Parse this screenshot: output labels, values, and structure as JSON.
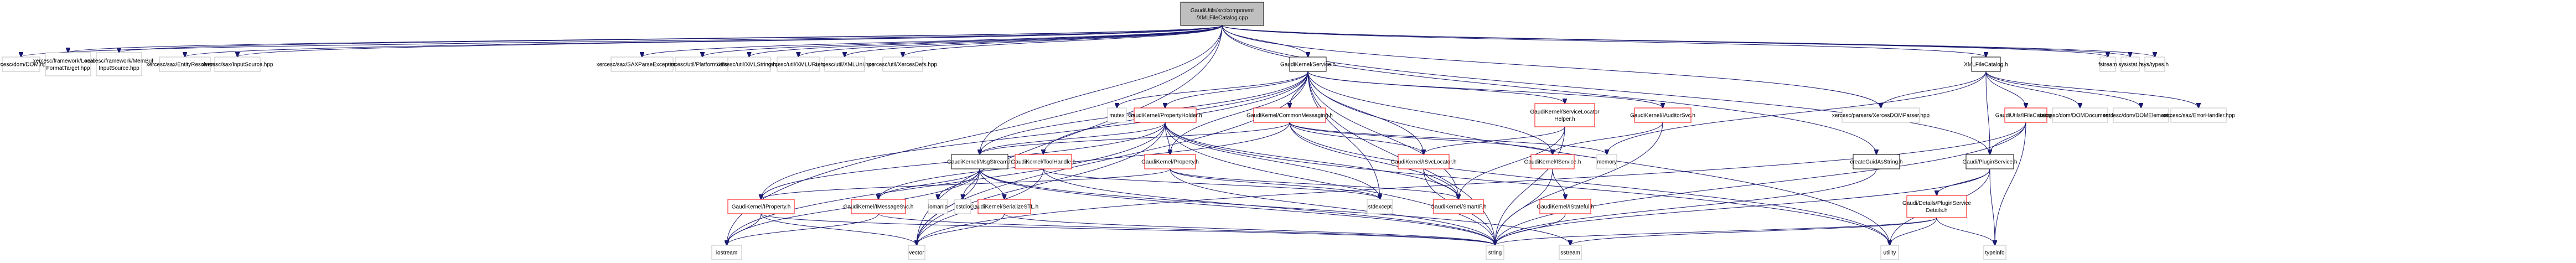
{
  "graph": {
    "title": "GaudiUtils/src/component/XMLFileCatalog.cpp",
    "legend_colors": {
      "root_fill": "#bfbfbf",
      "root_border": "#000000",
      "documented_border": "#000000",
      "incomplete_border": "#ff0000",
      "external_border": "#bfbfbf",
      "edge": "#191970"
    },
    "nodes": [
      {
        "id": "root",
        "lines": [
          "GaudiUtils/src/component",
          "/XMLFileCatalog.cpp"
        ],
        "kind": "root"
      },
      {
        "id": "dom",
        "lines": [
          "xercesc/dom/DOM.hpp"
        ],
        "kind": "external"
      },
      {
        "id": "lfft",
        "lines": [
          "xercesc/framework/LocalFile",
          "FormatTarget.hpp"
        ],
        "kind": "external"
      },
      {
        "id": "mbis",
        "lines": [
          "xercesc/framework/MemBuf",
          "InputSource.hpp"
        ],
        "kind": "external"
      },
      {
        "id": "entres",
        "lines": [
          "xercesc/sax/EntityResolver.hpp"
        ],
        "kind": "external"
      },
      {
        "id": "insrc",
        "lines": [
          "xercesc/sax/InputSource.hpp"
        ],
        "kind": "external"
      },
      {
        "id": "saxpe",
        "lines": [
          "xercesc/sax/SAXParseException.hpp"
        ],
        "kind": "external"
      },
      {
        "id": "platu",
        "lines": [
          "xercesc/util/PlatformUtils.hpp"
        ],
        "kind": "external"
      },
      {
        "id": "xmlstr",
        "lines": [
          "xercesc/util/XMLString.hpp"
        ],
        "kind": "external"
      },
      {
        "id": "xmlurl",
        "lines": [
          "xercesc/util/XMLURL.hpp"
        ],
        "kind": "external"
      },
      {
        "id": "xmluni",
        "lines": [
          "xercesc/util/XMLUni.hpp"
        ],
        "kind": "external"
      },
      {
        "id": "xdefs",
        "lines": [
          "xercesc/util/XercesDefs.hpp"
        ],
        "kind": "external"
      },
      {
        "id": "service",
        "lines": [
          "GaudiKernel/Service.h"
        ],
        "kind": "documented"
      },
      {
        "id": "xfch",
        "lines": [
          "XMLFileCatalog.h"
        ],
        "kind": "documented"
      },
      {
        "id": "fstream",
        "lines": [
          "fstream"
        ],
        "kind": "external"
      },
      {
        "id": "sysstat",
        "lines": [
          "sys/stat.h"
        ],
        "kind": "external"
      },
      {
        "id": "systypes",
        "lines": [
          "sys/types.h"
        ],
        "kind": "external"
      },
      {
        "id": "mutex",
        "lines": [
          "mutex"
        ],
        "kind": "external"
      },
      {
        "id": "propholder",
        "lines": [
          "GaudiKernel/PropertyHolder.h"
        ],
        "kind": "incomplete"
      },
      {
        "id": "commsg",
        "lines": [
          "GaudiKernel/CommonMessaging.h"
        ],
        "kind": "incomplete"
      },
      {
        "id": "svclochelper",
        "lines": [
          "GaudiKernel/ServiceLocator",
          "Helper.h"
        ],
        "kind": "incomplete"
      },
      {
        "id": "iauditsvc",
        "lines": [
          "GaudiKernel/IAuditorSvc.h"
        ],
        "kind": "incomplete"
      },
      {
        "id": "xdomparser",
        "lines": [
          "xercesc/parsers/XercesDOMParser.hpp"
        ],
        "kind": "external"
      },
      {
        "id": "ifilecat",
        "lines": [
          "GaudiUtils/IFileCatalog.h"
        ],
        "kind": "incomplete"
      },
      {
        "id": "domdoc",
        "lines": [
          "xercesc/dom/DOMDocument.hpp"
        ],
        "kind": "external"
      },
      {
        "id": "domel",
        "lines": [
          "xercesc/dom/DOMElement.hpp"
        ],
        "kind": "external"
      },
      {
        "id": "errh",
        "lines": [
          "xercesc/sax/ErrorHandler.hpp"
        ],
        "kind": "external"
      },
      {
        "id": "msgstream",
        "lines": [
          "GaudiKernel/MsgStream.h"
        ],
        "kind": "documented"
      },
      {
        "id": "toolhandle",
        "lines": [
          "GaudiKernel/ToolHandle.h"
        ],
        "kind": "incomplete"
      },
      {
        "id": "property",
        "lines": [
          "GaudiKernel/Property.h"
        ],
        "kind": "incomplete"
      },
      {
        "id": "isvcloc",
        "lines": [
          "GaudiKernel/ISvcLocator.h"
        ],
        "kind": "incomplete"
      },
      {
        "id": "iservice",
        "lines": [
          "GaudiKernel/IService.h"
        ],
        "kind": "incomplete"
      },
      {
        "id": "memory",
        "lines": [
          "memory"
        ],
        "kind": "external"
      },
      {
        "id": "guid",
        "lines": [
          "createGuidAsString.h"
        ],
        "kind": "documented"
      },
      {
        "id": "pluginsvc",
        "lines": [
          "Gaudi/PluginService.h"
        ],
        "kind": "documented"
      },
      {
        "id": "iproperty",
        "lines": [
          "GaudiKernel/IProperty.h"
        ],
        "kind": "incomplete"
      },
      {
        "id": "imsgsvc",
        "lines": [
          "GaudiKernel/IMessageSvc.h"
        ],
        "kind": "incomplete"
      },
      {
        "id": "iomanip",
        "lines": [
          "iomanip"
        ],
        "kind": "external"
      },
      {
        "id": "cstdio",
        "lines": [
          "cstdio"
        ],
        "kind": "external"
      },
      {
        "id": "serstl",
        "lines": [
          "GaudiKernel/SerializeSTL.h"
        ],
        "kind": "incomplete"
      },
      {
        "id": "stdexcept",
        "lines": [
          "stdexcept"
        ],
        "kind": "external"
      },
      {
        "id": "smartif",
        "lines": [
          "GaudiKernel/SmartIF.h"
        ],
        "kind": "incomplete"
      },
      {
        "id": "istateful",
        "lines": [
          "GaudiKernel/IStateful.h"
        ],
        "kind": "incomplete"
      },
      {
        "id": "psdetails",
        "lines": [
          "Gaudi/Details/PluginService",
          "Details.h"
        ],
        "kind": "incomplete"
      },
      {
        "id": "iostream",
        "lines": [
          "iostream"
        ],
        "kind": "external"
      },
      {
        "id": "vector",
        "lines": [
          "vector"
        ],
        "kind": "external"
      },
      {
        "id": "string",
        "lines": [
          "string"
        ],
        "kind": "external"
      },
      {
        "id": "sstream",
        "lines": [
          "sstream"
        ],
        "kind": "external"
      },
      {
        "id": "utility",
        "lines": [
          "utility"
        ],
        "kind": "external"
      },
      {
        "id": "typeinfo",
        "lines": [
          "typeinfo"
        ],
        "kind": "external"
      }
    ],
    "edges": [
      [
        "root",
        "dom"
      ],
      [
        "root",
        "lfft"
      ],
      [
        "root",
        "mbis"
      ],
      [
        "root",
        "entres"
      ],
      [
        "root",
        "insrc"
      ],
      [
        "root",
        "saxpe"
      ],
      [
        "root",
        "platu"
      ],
      [
        "root",
        "xmlstr"
      ],
      [
        "root",
        "xmlurl"
      ],
      [
        "root",
        "xmluni"
      ],
      [
        "root",
        "xdefs"
      ],
      [
        "root",
        "service"
      ],
      [
        "root",
        "xfch"
      ],
      [
        "root",
        "fstream"
      ],
      [
        "root",
        "sysstat"
      ],
      [
        "root",
        "systypes"
      ],
      [
        "root",
        "iostream"
      ],
      [
        "root",
        "msgstream"
      ],
      [
        "root",
        "xdomparser"
      ],
      [
        "root",
        "guid"
      ],
      [
        "root",
        "pluginsvc"
      ],
      [
        "root",
        "vector"
      ],
      [
        "service",
        "mutex"
      ],
      [
        "service",
        "propholder"
      ],
      [
        "service",
        "commsg"
      ],
      [
        "service",
        "svclochelper"
      ],
      [
        "service",
        "iauditsvc"
      ],
      [
        "service",
        "msgstream"
      ],
      [
        "service",
        "toolhandle"
      ],
      [
        "service",
        "property"
      ],
      [
        "service",
        "isvcloc"
      ],
      [
        "service",
        "iservice"
      ],
      [
        "service",
        "iproperty"
      ],
      [
        "service",
        "smartif"
      ],
      [
        "service",
        "stdexcept"
      ],
      [
        "service",
        "string"
      ],
      [
        "service",
        "vector"
      ],
      [
        "service",
        "utility"
      ],
      [
        "propholder",
        "iproperty"
      ],
      [
        "propholder",
        "msgstream"
      ],
      [
        "propholder",
        "property"
      ],
      [
        "propholder",
        "smartif"
      ],
      [
        "propholder",
        "stdexcept"
      ],
      [
        "propholder",
        "string"
      ],
      [
        "propholder",
        "vector"
      ],
      [
        "propholder",
        "iostream"
      ],
      [
        "propholder",
        "utility"
      ],
      [
        "commsg",
        "msgstream"
      ],
      [
        "commsg",
        "imsgsvc"
      ],
      [
        "commsg",
        "isvcloc"
      ],
      [
        "commsg",
        "smartif"
      ],
      [
        "commsg",
        "memory"
      ],
      [
        "commsg",
        "utility"
      ],
      [
        "commsg",
        "iservice"
      ],
      [
        "svclochelper",
        "isvcloc"
      ],
      [
        "svclochelper",
        "smartif"
      ],
      [
        "svclochelper",
        "string"
      ],
      [
        "iauditsvc",
        "iservice"
      ],
      [
        "iauditsvc",
        "string"
      ],
      [
        "xfch",
        "xdomparser"
      ],
      [
        "xfch",
        "ifilecat"
      ],
      [
        "xfch",
        "domdoc"
      ],
      [
        "xfch",
        "domel"
      ],
      [
        "xfch",
        "errh"
      ],
      [
        "xfch",
        "pluginsvc"
      ],
      [
        "xfch",
        "memory"
      ],
      [
        "ifilecat",
        "pluginsvc"
      ],
      [
        "ifilecat",
        "string"
      ],
      [
        "ifilecat",
        "vector"
      ],
      [
        "ifilecat",
        "typeinfo"
      ],
      [
        "msgstream",
        "iostream"
      ],
      [
        "msgstream",
        "imsgsvc"
      ],
      [
        "msgstream",
        "iomanip"
      ],
      [
        "msgstream",
        "cstdio"
      ],
      [
        "msgstream",
        "serstl"
      ],
      [
        "msgstream",
        "vector"
      ],
      [
        "msgstream",
        "string"
      ],
      [
        "msgstream",
        "sstream"
      ],
      [
        "toolhandle",
        "string"
      ],
      [
        "toolhandle",
        "stdexcept"
      ],
      [
        "toolhandle",
        "vector"
      ],
      [
        "property",
        "stdexcept"
      ],
      [
        "property",
        "smartif"
      ],
      [
        "property",
        "string"
      ],
      [
        "property",
        "iproperty"
      ],
      [
        "isvcloc",
        "smartif"
      ],
      [
        "isvcloc",
        "string"
      ],
      [
        "iservice",
        "istateful"
      ],
      [
        "iservice",
        "string"
      ],
      [
        "guid",
        "string"
      ],
      [
        "pluginsvc",
        "psdetails"
      ],
      [
        "pluginsvc",
        "string"
      ],
      [
        "pluginsvc",
        "typeinfo"
      ],
      [
        "pluginsvc",
        "utility"
      ],
      [
        "iproperty",
        "iostream"
      ],
      [
        "iproperty",
        "vector"
      ],
      [
        "iproperty",
        "string"
      ],
      [
        "imsgsvc",
        "iostream"
      ],
      [
        "imsgsvc",
        "string"
      ],
      [
        "serstl",
        "vector"
      ],
      [
        "serstl",
        "string"
      ],
      [
        "istateful",
        "string"
      ],
      [
        "psdetails",
        "utility"
      ],
      [
        "psdetails",
        "typeinfo"
      ],
      [
        "psdetails",
        "string"
      ],
      [
        "psdetails",
        "sstream"
      ]
    ]
  }
}
